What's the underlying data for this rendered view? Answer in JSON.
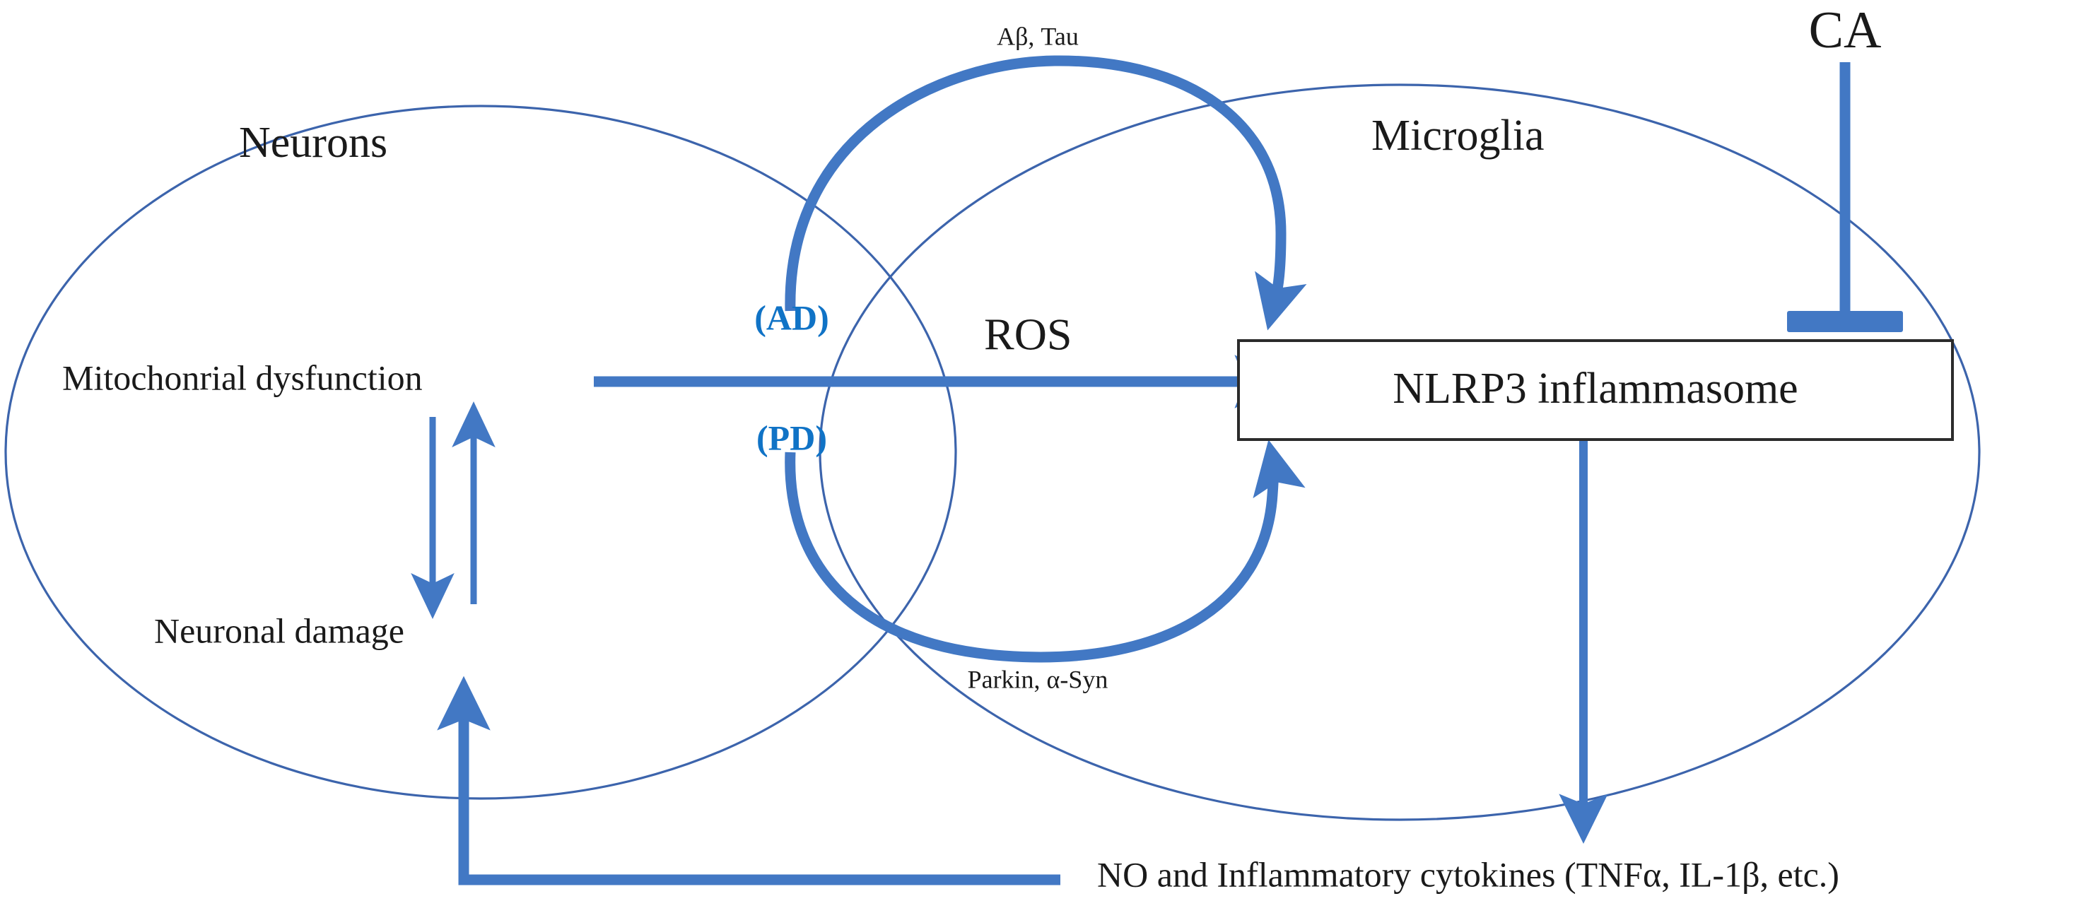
{
  "diagram": {
    "title": "Neurodegeneration NLRP3 inflammasome pathway",
    "background_color": "#ffffff",
    "accent_blue": "#4278C4",
    "label_blue": "#1073C6",
    "outline_blue": "#3C64AC",
    "text_black": "#1a1a1a"
  },
  "cells": {
    "neurons_label": "Neurons",
    "microglia_label": "Microglia"
  },
  "nodes": {
    "mitochondrial_dysfunction": "Mitochonrial dysfunction",
    "neuronal_damage": "Neuronal damage",
    "ros": "ROS",
    "nlrp3": "NLRP3 inflammasome",
    "ca": "CA",
    "cytokines": "NO and Inflammatory cytokines (TNFα, IL-1β, etc.)"
  },
  "arc_labels": {
    "top": "Aβ, Tau",
    "bottom": "Parkin, α-Syn",
    "ad": "(AD)",
    "pd": "(PD)"
  },
  "edges": [
    {
      "name": "mito-to-nlrp3",
      "from": "Mitochonrial dysfunction",
      "to": "NLRP3 inflammasome",
      "kind": "activation-arrow"
    },
    {
      "name": "mito-to-damage",
      "from": "Mitochonrial dysfunction",
      "to": "Neuronal damage",
      "kind": "activation-arrow"
    },
    {
      "name": "damage-to-mito",
      "from": "Neuronal damage",
      "to": "Mitochonrial dysfunction",
      "kind": "activation-arrow"
    },
    {
      "name": "ad-arc",
      "from": "Aβ, Tau",
      "to": "NLRP3 inflammasome",
      "kind": "curved-activation-arrow"
    },
    {
      "name": "pd-arc",
      "from": "Parkin, α-Syn",
      "to": "NLRP3 inflammasome",
      "kind": "curved-activation-arrow"
    },
    {
      "name": "ca-inhibits-nlrp3",
      "from": "CA",
      "to": "NLRP3 inflammasome",
      "kind": "inhibition-tbar"
    },
    {
      "name": "nlrp3-to-cytokines",
      "from": "NLRP3 inflammasome",
      "to": "NO and Inflammatory cytokines (TNFα, IL-1β, etc.)",
      "kind": "activation-arrow"
    },
    {
      "name": "cytokines-to-damage",
      "from": "NO and Inflammatory cytokines (TNFα, IL-1β, etc.)",
      "to": "Neuronal damage",
      "kind": "feedback-activation-arrow"
    }
  ]
}
